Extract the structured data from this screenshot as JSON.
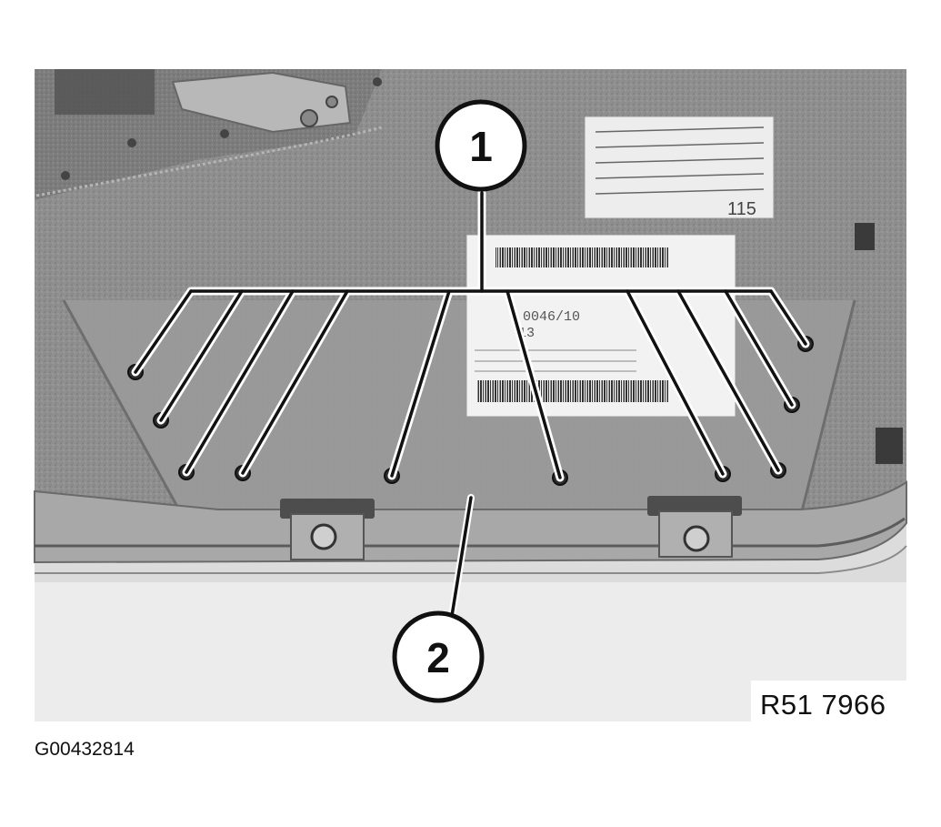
{
  "callouts": [
    {
      "number": "1"
    },
    {
      "number": "2"
    }
  ],
  "reference_code": "R51 7966",
  "figure_id": "G00432814",
  "labels": {
    "top_label_lines": [
      "",
      "",
      "",
      "",
      "",
      ""
    ],
    "top_label_number": "115",
    "barcode_label_line_1": "0046/10",
    "barcode_label_line_2": "13"
  }
}
